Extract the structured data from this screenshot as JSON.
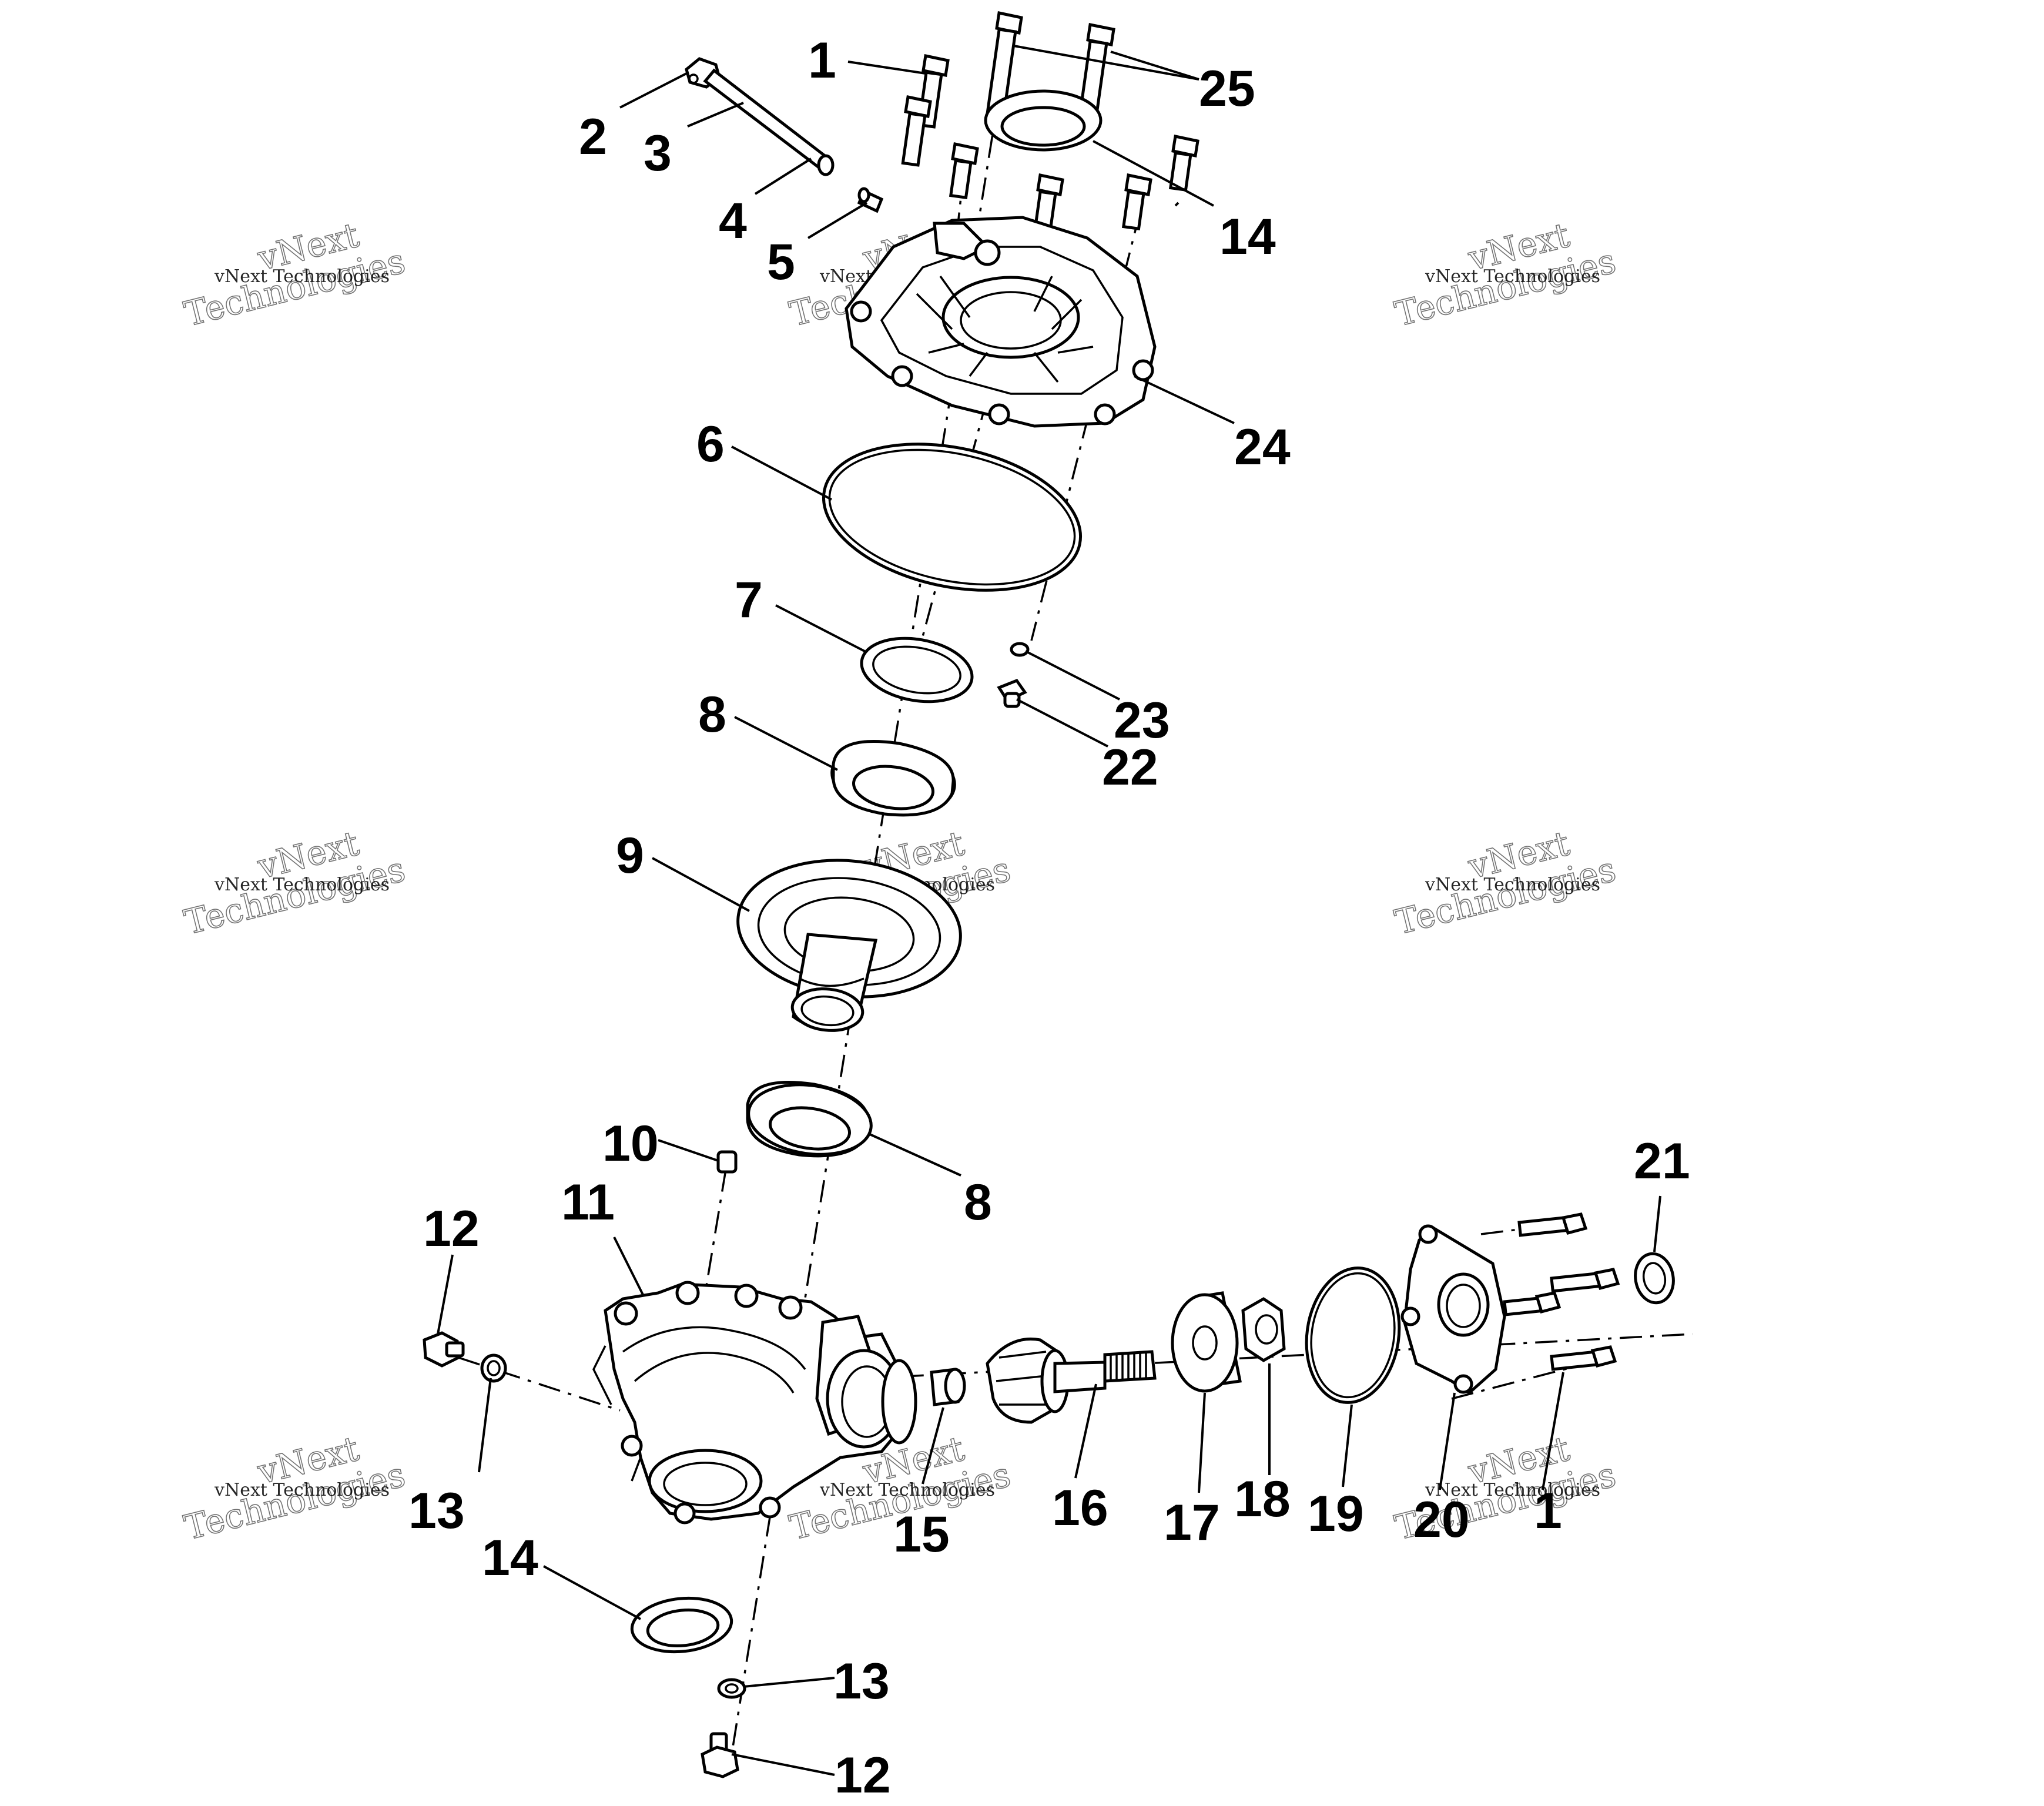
{
  "watermark": {
    "line1": "vNext Technologies",
    "line2_a": "vNext",
    "line2_b": "Technologies"
  },
  "callouts": [
    {
      "id": "c1a",
      "text": "1"
    },
    {
      "id": "c2",
      "text": "2"
    },
    {
      "id": "c3",
      "text": "3"
    },
    {
      "id": "c4",
      "text": "4"
    },
    {
      "id": "c5",
      "text": "5"
    },
    {
      "id": "c25",
      "text": "25"
    },
    {
      "id": "c14a",
      "text": "14"
    },
    {
      "id": "c24",
      "text": "24"
    },
    {
      "id": "c6",
      "text": "6"
    },
    {
      "id": "c7",
      "text": "7"
    },
    {
      "id": "c23",
      "text": "23"
    },
    {
      "id": "c22",
      "text": "22"
    },
    {
      "id": "c8a",
      "text": "8"
    },
    {
      "id": "c9",
      "text": "9"
    },
    {
      "id": "c10",
      "text": "10"
    },
    {
      "id": "c8b",
      "text": "8"
    },
    {
      "id": "c11",
      "text": "11"
    },
    {
      "id": "c12a",
      "text": "12"
    },
    {
      "id": "c13a",
      "text": "13"
    },
    {
      "id": "c21",
      "text": "21"
    },
    {
      "id": "c16",
      "text": "16"
    },
    {
      "id": "c17",
      "text": "17"
    },
    {
      "id": "c18",
      "text": "18"
    },
    {
      "id": "c19",
      "text": "19"
    },
    {
      "id": "c20",
      "text": "20"
    },
    {
      "id": "c1b",
      "text": "1"
    },
    {
      "id": "c15",
      "text": "15"
    },
    {
      "id": "c14b",
      "text": "14"
    },
    {
      "id": "c13b",
      "text": "13"
    },
    {
      "id": "c12b",
      "text": "12"
    }
  ]
}
